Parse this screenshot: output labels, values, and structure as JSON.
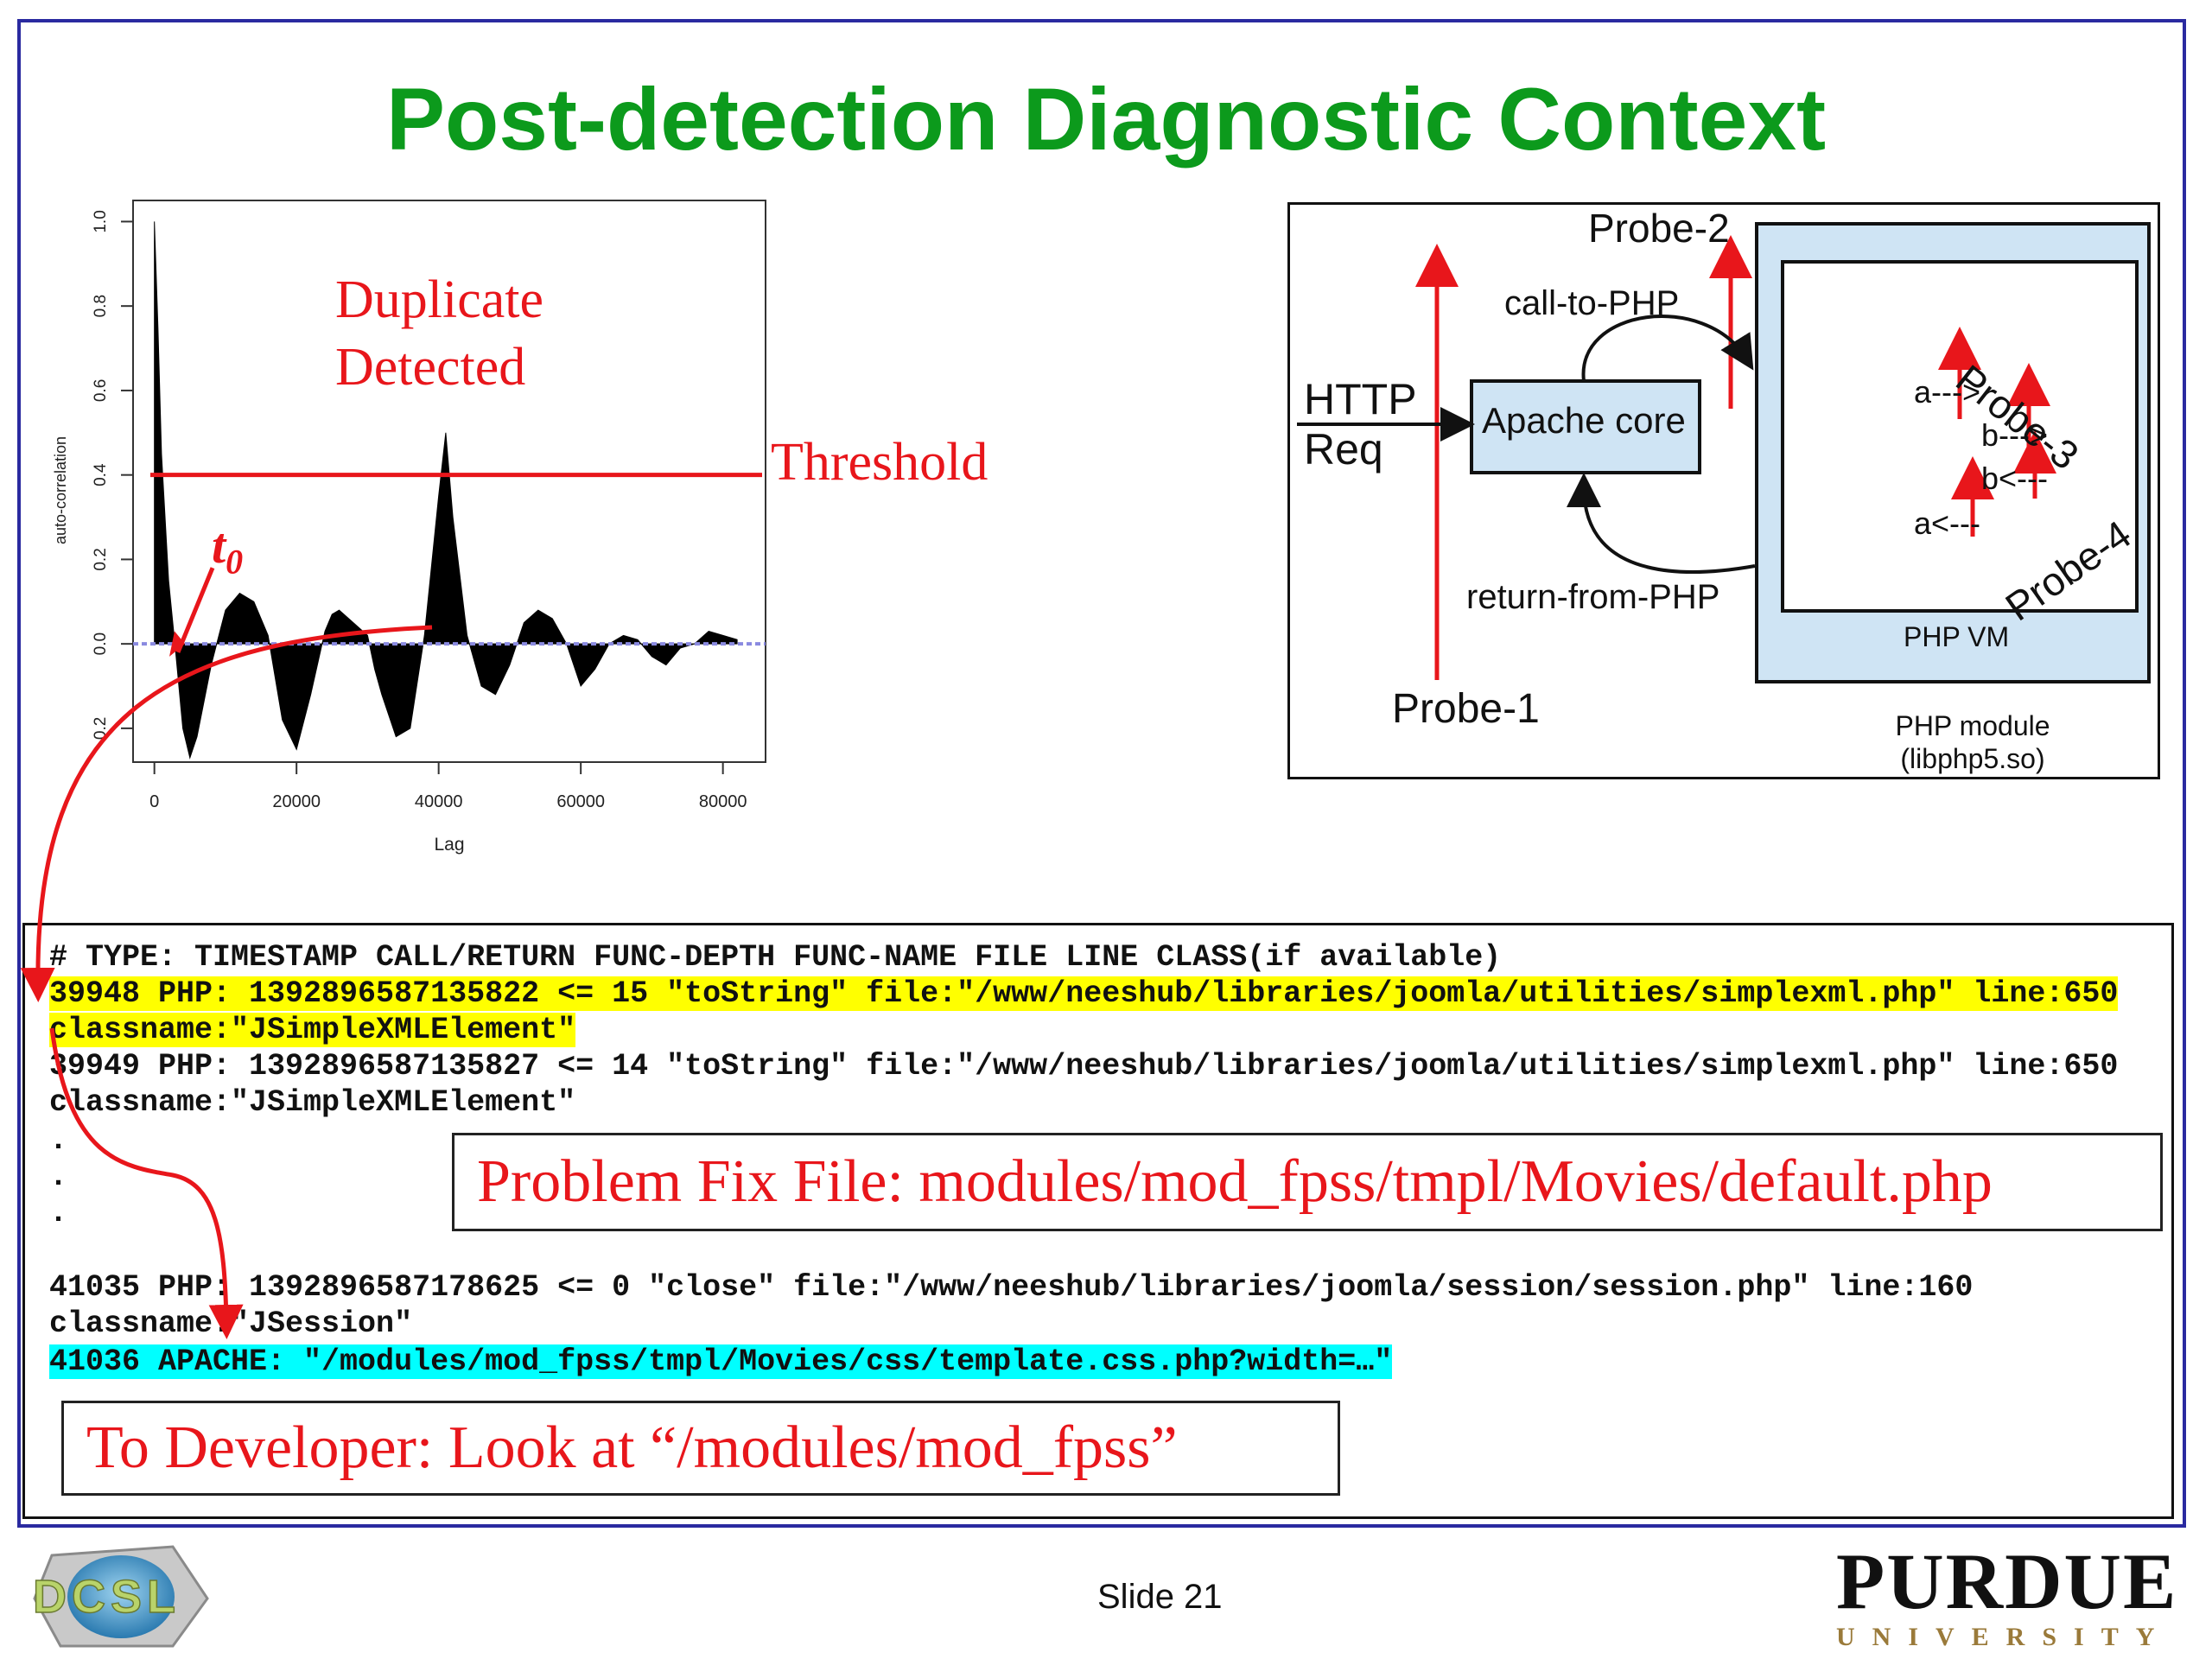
{
  "slide": {
    "title": "Post-detection Diagnostic Context",
    "slide_number": "Slide 21"
  },
  "chart": {
    "annotation_duplicate": [
      "Duplicate",
      "Detected"
    ],
    "annotation_threshold": "Threshold",
    "annotation_t0_base": "t",
    "annotation_t0_sub": "0",
    "xlabel": "Lag",
    "ylabel": "auto-correlation"
  },
  "chart_data": {
    "type": "area",
    "title": "",
    "xlabel": "Lag",
    "ylabel": "auto-correlation",
    "xlim": [
      -3000,
      86000
    ],
    "ylim": [
      -0.28,
      1.05
    ],
    "xticks": [
      0,
      20000,
      40000,
      60000,
      80000
    ],
    "yticks": [
      -0.2,
      0.0,
      0.2,
      0.4,
      0.6,
      0.8,
      1.0
    ],
    "ytick_labels": [
      "0.2",
      "0.0",
      "0.2",
      "0.4",
      "0.6",
      "0.8",
      "1.0"
    ],
    "threshold": 0.4,
    "baseline": 0.0,
    "series": [
      {
        "x": [
          0,
          500,
          1000,
          2000,
          3000,
          4000,
          5000,
          6000,
          8000,
          10000,
          12000,
          14000,
          16000,
          17000,
          18000,
          20000,
          22000,
          24000,
          25000,
          26000,
          28000,
          30000,
          31000,
          32000,
          34000,
          36000,
          38000,
          40000,
          41000,
          42000,
          44000,
          46000,
          48000,
          50000,
          52000,
          54000,
          56000,
          58000,
          59000,
          60000,
          62000,
          64000,
          66000,
          68000,
          70000,
          72000,
          74000,
          76000,
          78000,
          80000,
          82000
        ],
        "y": [
          1.0,
          0.75,
          0.45,
          0.15,
          -0.02,
          -0.2,
          -0.27,
          -0.22,
          -0.05,
          0.08,
          0.12,
          0.1,
          0.02,
          -0.08,
          -0.18,
          -0.25,
          -0.12,
          0.03,
          0.07,
          0.08,
          0.05,
          0.02,
          -0.06,
          -0.12,
          -0.22,
          -0.2,
          0.02,
          0.35,
          0.5,
          0.3,
          0.02,
          -0.1,
          -0.12,
          -0.05,
          0.05,
          0.08,
          0.06,
          0.0,
          -0.05,
          -0.1,
          -0.06,
          0.0,
          0.02,
          0.01,
          -0.03,
          -0.05,
          -0.01,
          0.0,
          0.03,
          0.02,
          0.01
        ]
      }
    ]
  },
  "diagram": {
    "probe1": "Probe-1",
    "probe2": "Probe-2",
    "probe3": "Probe-3",
    "probe4": "Probe-4",
    "http_req": [
      "HTTP",
      "Req"
    ],
    "apache_core": "Apache core",
    "call_to_php": "call-to-PHP",
    "return_from_php": "return-from-PHP",
    "php_vm": "PHP VM",
    "php_module": [
      "PHP module",
      "(libphp5.so)"
    ],
    "flow": [
      "a--->",
      "b--->",
      "b<---",
      "a<---"
    ]
  },
  "log": {
    "lines": [
      "# TYPE: TIMESTAMP CALL/RETURN FUNC-DEPTH FUNC-NAME FILE LINE CLASS(if available)",
      "39948 PHP: 1392896587135822 <= 15 \"toString\" file:\"/www/neeshub/libraries/joomla/utilities/simplexml.php\" line:650",
      "classname:\"JSimpleXMLElement\"",
      "39949 PHP: 1392896587135827 <= 14 \"toString\" file:\"/www/neeshub/libraries/joomla/utilities/simplexml.php\" line:650",
      "classname:\"JSimpleXMLElement\"",
      ".",
      ".",
      ".",
      "41035 PHP: 1392896587178625 <= 0 \"close\" file:\"/www/neeshub/libraries/joomla/session/session.php\" line:160",
      "classname:\"JSession\"",
      "41036 APACHE: \"/modules/mod_fpss/tmpl/Movies/css/template.css.php?width=…\""
    ],
    "problem_fix": "Problem Fix File: modules/mod_fpss/tmpl/Movies/default.php",
    "to_developer": "To Developer: Look at “/modules/mod_fpss”"
  },
  "logos": {
    "dcsl": "DCSL",
    "purdue_main": "PURDUE",
    "purdue_sub": "UNIVERSITY"
  },
  "colors": {
    "title_green": "#0c9a1c",
    "annotation_red": "#e8161b",
    "frame_blue": "#2a2aa0",
    "php_box_blue": "#cfe4f4",
    "highlight_yellow": "#ffff00",
    "highlight_cyan": "#00ffff"
  }
}
